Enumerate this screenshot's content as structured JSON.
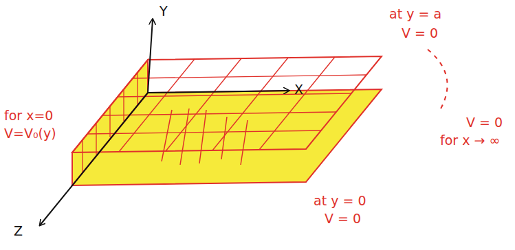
{
  "diagram": {
    "labels": [
      "Y",
      "X",
      "Z",
      "at y = a",
      "V = 0",
      "for x=0",
      "V=V₀(y)",
      "at y = 0",
      "V = 0",
      "V = 0",
      "for x → ∞"
    ]
  }
}
